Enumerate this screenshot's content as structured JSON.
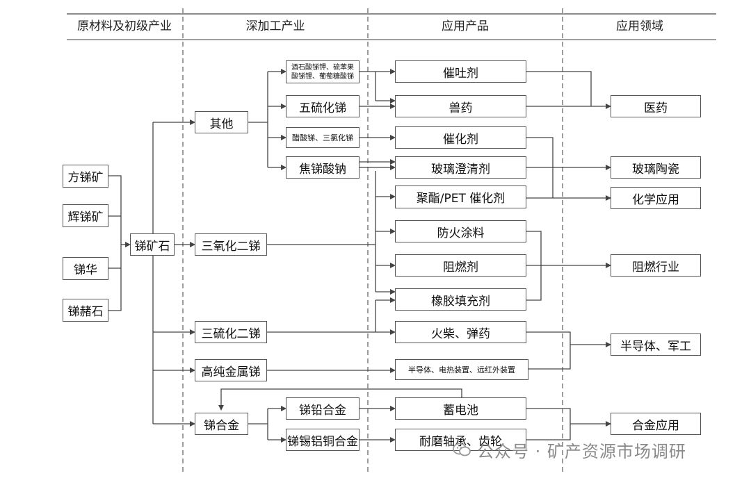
{
  "headers": {
    "col1": "原材料及初级产业",
    "col2": "深加工产业",
    "col3": "应用产品",
    "col4": "应用领域"
  },
  "raw": {
    "fangtikuang": "方锑矿",
    "huitikuang": "辉锑矿",
    "tihua": "锑华",
    "tizheshi": "锑赭石",
    "tikuangshi": "锑矿石"
  },
  "deep": {
    "qita": "其他",
    "sanyanghua": "三氧化二锑",
    "sanliuhua": "三硫化二锑",
    "gaochun": "高纯金属锑",
    "tihejin": "锑合金"
  },
  "sub": {
    "jiushisuan": "酒石酸锑钾、硫苯果酸锑锂、葡萄糖酸锑",
    "wuliuhua": "五硫化锑",
    "cusuan": "醋酸锑、三氯化锑",
    "jiaotisuanna": "焦锑酸钠",
    "tiqian": "锑铅合金",
    "tixilvtong": "锑锡铝铜合金"
  },
  "products": {
    "cuituji": "催吐剂",
    "shouyao": "兽药",
    "cuihuaji": "催化剂",
    "boliqingji": "玻璃澄清剂",
    "juzhi": "聚酯/PET 催化剂",
    "fanghuotuliao": "防火涂料",
    "zuranji": "阻燃剂",
    "xiangjiao": "橡胶填充剂",
    "huochai": "火柴、弹药",
    "bandaoti_zhuangzhi": "半导体、电热装置、远红外装置",
    "xudianchi": "蓄电池",
    "naimo": "耐磨轴承、齿轮"
  },
  "fields": {
    "yiyao": "医药",
    "bolitaoci": "玻璃陶瓷",
    "huaxue": "化学应用",
    "zuran": "阻燃行业",
    "bandaoti_jungong": "半导体、军工",
    "hejin": "合金应用"
  },
  "watermark": "公众号 · 矿产资源市场调研",
  "colors": {
    "line": "#444444",
    "border": "#555555",
    "divider": "#666666",
    "watermark": "#8a8a8a"
  }
}
